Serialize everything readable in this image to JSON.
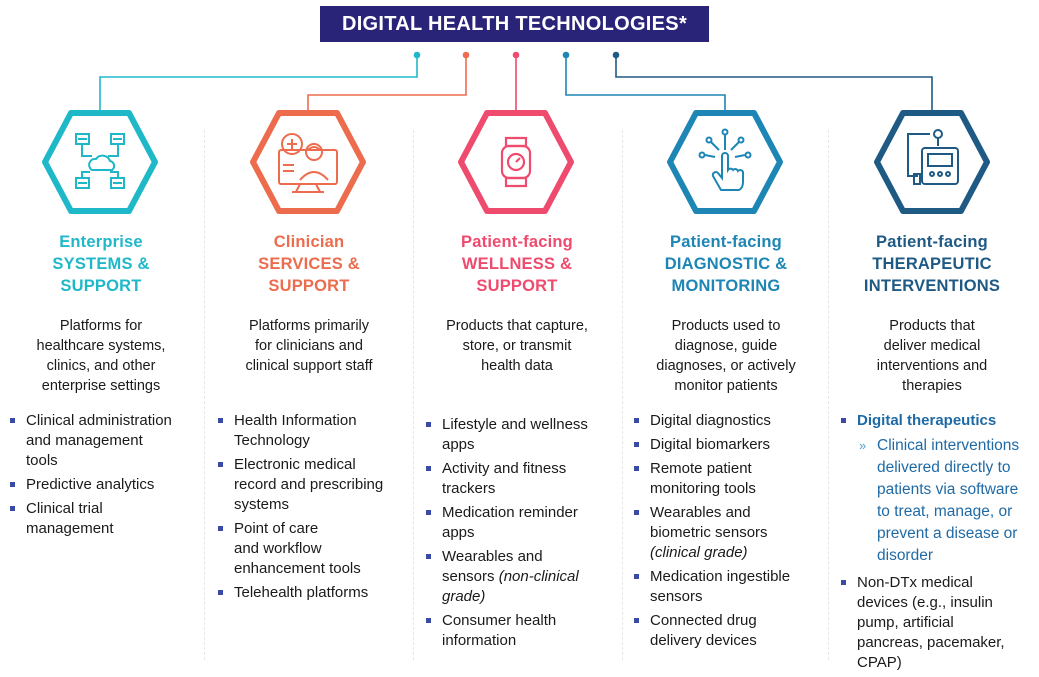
{
  "title": "DIGITAL HEALTH TECHNOLOGIES*",
  "colors": {
    "title_bg": "#2a2479",
    "teal": "#1fb8c9",
    "orange": "#ec6c4d",
    "pink": "#ee4b6e",
    "blue": "#1d86b5",
    "navy": "#1f5a84"
  },
  "columns": [
    {
      "icon": "enterprise-systems-icon",
      "cat_line1": "Enterprise",
      "cat_line2": "SYSTEMS &",
      "cat_line3": "SUPPORT",
      "desc": [
        "Platforms for",
        "healthcare systems,",
        "clinics, and other",
        "enterprise settings"
      ],
      "items": [
        [
          "Clinical administration",
          "and management",
          "tools"
        ],
        [
          "Predictive analytics"
        ],
        [
          "Clinical trial",
          "management"
        ]
      ]
    },
    {
      "icon": "clinician-services-icon",
      "cat_line1": "Clinician",
      "cat_line2": "SERVICES &",
      "cat_line3": "SUPPORT",
      "desc": [
        "Platforms primarily",
        "for clinicians and",
        "clinical support staff"
      ],
      "items": [
        [
          "Health Information",
          "Technology"
        ],
        [
          "Electronic medical",
          "record and prescribing",
          "systems"
        ],
        [
          "Point of care",
          "and workflow",
          "enhancement tools"
        ],
        [
          "Telehealth platforms"
        ]
      ]
    },
    {
      "icon": "smartwatch-icon",
      "cat_line1": "Patient-facing",
      "cat_line2": "WELLNESS &",
      "cat_line3": "SUPPORT",
      "desc": [
        "Products that capture,",
        "store, or transmit",
        "health data"
      ],
      "items": [
        [
          "Lifestyle and wellness",
          "apps"
        ],
        [
          "Activity and fitness",
          "trackers"
        ],
        [
          "Medication reminder",
          "apps"
        ],
        [
          "Consumer health",
          "information"
        ]
      ],
      "item4_line1": "Wearables and",
      "item4_line2a": "sensors ",
      "item4_line2b": "(non-clinical",
      "item4_line3": "grade)"
    },
    {
      "icon": "touch-diagnostic-icon",
      "cat_line1": "Patient-facing",
      "cat_line2": "DIAGNOSTIC &",
      "cat_line3": "MONITORING",
      "desc": [
        "Products used to",
        "diagnose, guide",
        "diagnoses, or actively",
        "monitor patients"
      ],
      "items": [
        [
          "Digital diagnostics"
        ],
        [
          "Digital biomarkers"
        ],
        [
          "Remote patient",
          "monitoring tools"
        ],
        [
          "Medication ingestible",
          "sensors"
        ],
        [
          "Connected drug",
          "delivery devices"
        ]
      ],
      "item4_line1": "Wearables and",
      "item4_line2": "biometric sensors",
      "item4_line3": "(clinical grade)"
    },
    {
      "icon": "therapeutic-device-icon",
      "cat_line1": "Patient-facing",
      "cat_line2": "THERAPEUTIC",
      "cat_line3": "INTERVENTIONS",
      "desc": [
        "Products that",
        "deliver medical",
        "interventions and",
        "therapies"
      ],
      "dtx_label": "Digital therapeutics",
      "sub_chevron": "»",
      "sub_lines": [
        "Clinical interventions",
        "delivered directly to",
        "patients via software",
        "to treat, manage, or",
        "prevent a disease or",
        "disorder"
      ],
      "other_lines": [
        "Non-DTx medical",
        "devices (e.g., insulin",
        "pump, artificial",
        "pancreas, pacemaker,",
        "CPAP)"
      ]
    }
  ]
}
